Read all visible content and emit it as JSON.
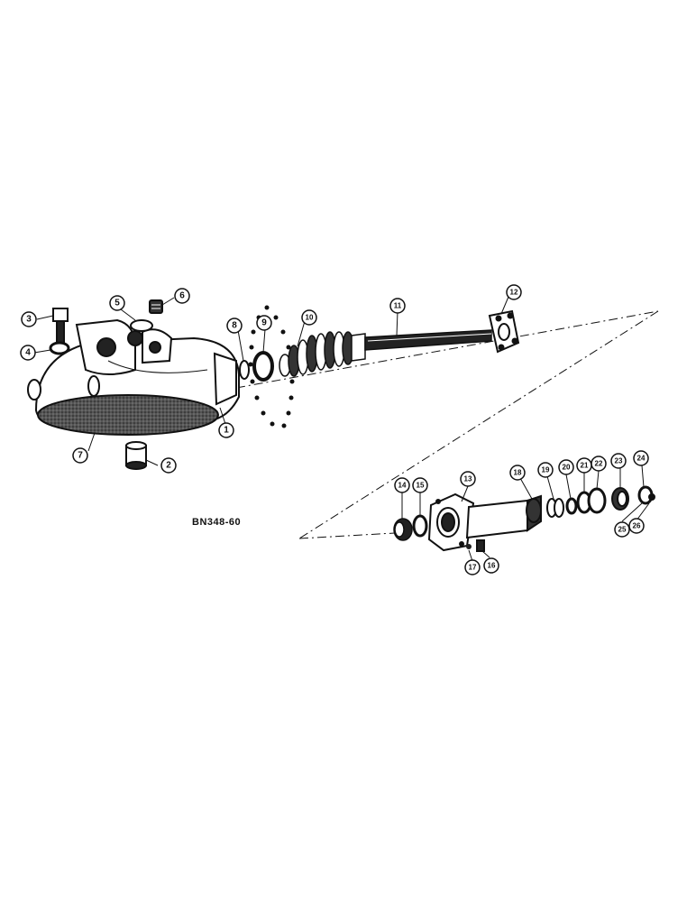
{
  "diagram": {
    "drawing_code": "BN348-60",
    "callouts": [
      "1",
      "2",
      "3",
      "4",
      "5",
      "6",
      "7",
      "8",
      "9",
      "10",
      "11",
      "12",
      "13",
      "14",
      "15",
      "16",
      "17",
      "18",
      "19",
      "20",
      "21",
      "22",
      "23",
      "24",
      "25",
      "26"
    ]
  }
}
